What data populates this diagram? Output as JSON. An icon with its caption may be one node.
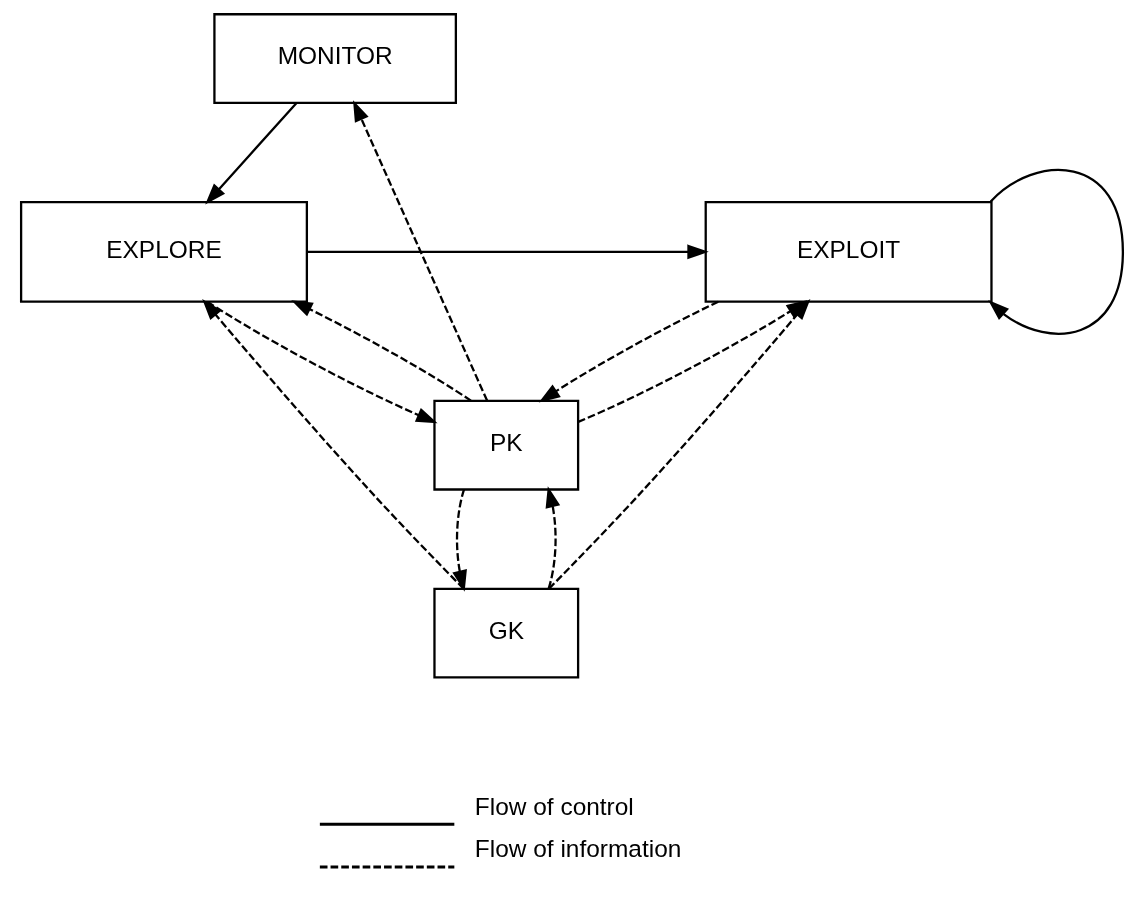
{
  "diagram": {
    "nodes": [
      {
        "text": [
          "MONITOR"
        ]
      },
      {
        "text": [
          "PK"
        ]
      },
      {
        "text": [
          "EXPLORE"
        ]
      },
      {
        "text": [
          "EXPLOIT"
        ]
      },
      {
        "text": [
          "GK"
        ]
      }
    ],
    "edges": [
      {
        "from": 0,
        "to": 2,
        "arrow": "to"
      },
      {
        "from": 1,
        "to": 0,
        "arrow": "to",
        "style": "dashed"
      },
      {
        "from": 2,
        "to": 1,
        "arrow": "to",
        "style": "dashed"
      },
      {
        "from": 1,
        "to": 2,
        "arrow": "to",
        "style": "dashed"
      },
      {
        "from": 3,
        "to": 1,
        "arrow": "to",
        "style": "dashed"
      },
      {
        "from": 1,
        "to": 3,
        "arrow": "to",
        "style": "dashed"
      },
      {
        "from": 4,
        "to": 1,
        "arrow": "to",
        "style": "dashed"
      },
      {
        "from": 1,
        "to": 4,
        "arrow": "to",
        "style": "dashed"
      },
      {
        "from": 4,
        "to": 2,
        "arrow": "to",
        "style": "dashed"
      },
      {
        "from": 4,
        "to": 3,
        "arrow": "to",
        "style": "dashed"
      },
      {
        "from": 2,
        "to": 3,
        "arrow": "to"
      },
      {
        "from": 3,
        "to": 3,
        "arrow": "to"
      }
    ],
    "legend": [
      {
        "text": "Flow of control"
      },
      {
        "text": "Flow of information"
      }
    ]
  }
}
